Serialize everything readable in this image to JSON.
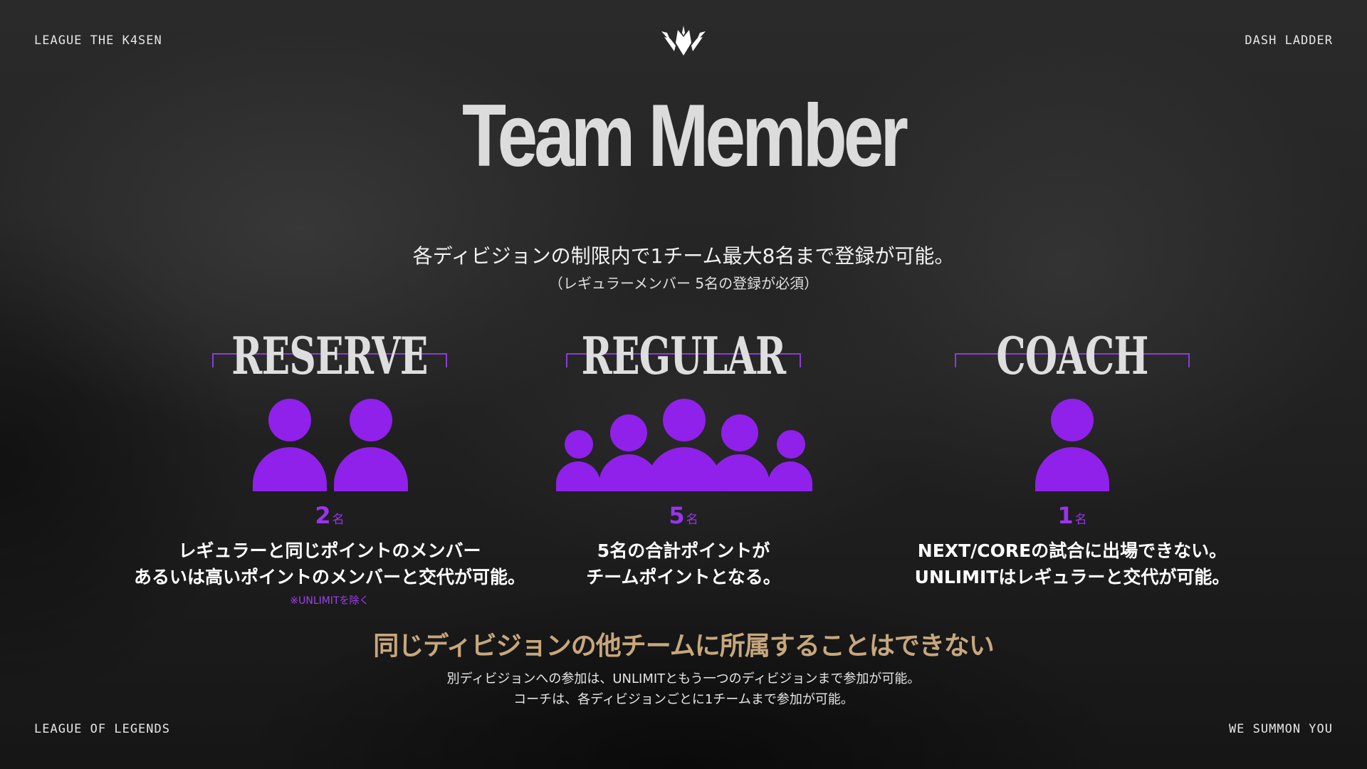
{
  "header": {
    "top_left": "LEAGUE THE K4SEN",
    "top_right": "DASH LADDER",
    "bottom_left": "LEAGUE OF LEGENDS",
    "bottom_right": "WE SUMMON YOU",
    "logo_icon": "crown-logo-icon"
  },
  "title": "Team Member",
  "intro": {
    "line1": "各ディビジョンの制限内で1チーム最大8名まで登録が可能。",
    "line2": "（レギュラーメンバー 5名の登録が必須）"
  },
  "columns": [
    {
      "label": "RESERVE",
      "count": "2",
      "unit": "名",
      "desc_line1": "レギュラーと同じポイントのメンバー",
      "desc_line2": "あるいは高いポイントのメンバーと交代が可能。",
      "note": "※UNLIMITを除く"
    },
    {
      "label": "REGULAR",
      "count": "5",
      "unit": "名",
      "desc_line1": "5名の合計ポイントが",
      "desc_line2": "チームポイントとなる。"
    },
    {
      "label": "COACH",
      "count": "1",
      "unit": "名",
      "desc_line1": "NEXT/COREの試合に出場できない。",
      "desc_line2": "UNLIMITはレギュラーと交代が可能。"
    }
  ],
  "rule": {
    "headline": "同じディビジョンの他チームに所属することはできない",
    "line1": "別ディビジョンへの参加は、UNLIMITともう一つのディビジョンまで参加が可能。",
    "line2": "コーチは、各ディビジョンごとに1チームまで参加が可能。"
  },
  "colors": {
    "accent_purple": "#8f21ea",
    "gold": "#c7a77d",
    "background": "#1c1c1c"
  }
}
